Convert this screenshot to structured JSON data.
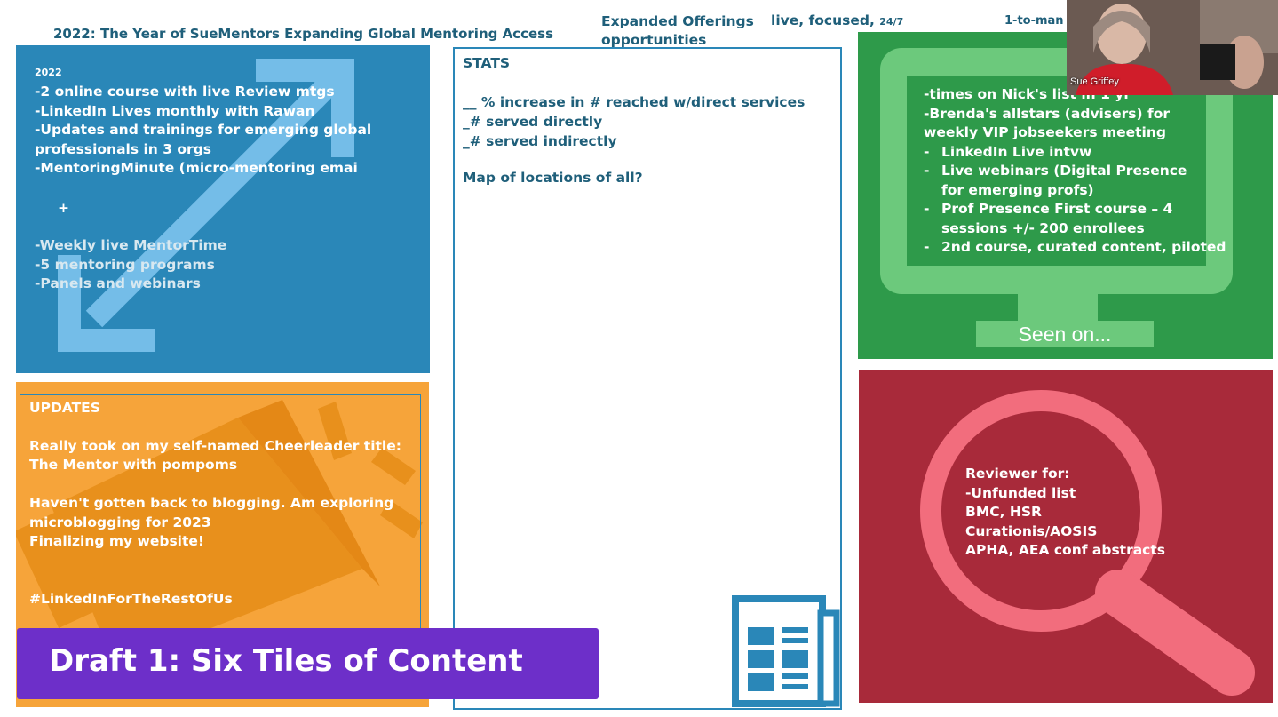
{
  "header": {
    "title": "2022: The Year of SueMentors Expanding Global Mentoring Access",
    "offerings_line1": "Expanded Offerings",
    "offerings_line2": "opportunities",
    "live_focused": "live, focused,",
    "hours": "24/7",
    "one_to_many": "1-to-man"
  },
  "tile_2022": {
    "lines": [
      "2022",
      "-2 online course with live Review mtgs",
      "-LinkedIn Lives monthly with Rawan",
      "-Updates and trainings for emerging global",
      "professionals in 3 orgs",
      "-MentoringMinute (micro-mentoring emai",
      "+",
      "-Weekly live MentorTime",
      "-5 mentoring programs",
      "-Panels and webinars"
    ]
  },
  "tile_stats": {
    "heading": "STATS",
    "lines": [
      "__ % increase in # reached w/direct services",
      "_# served directly",
      "_# served indirectly"
    ],
    "map_line": "Map of locations of all?"
  },
  "tile_seen": {
    "lines": [
      "-times on Nick's list in 1 yr",
      "-Brenda's allstars (advisers) for",
      "weekly VIP jobseekers meeting"
    ],
    "bullets": [
      [
        "LinkedIn Live intvw"
      ],
      [
        "Live webinars (Digital Presence",
        "for emerging profs)"
      ],
      [
        "Prof Presence First course – 4",
        "sessions +/- 200 enrollees"
      ],
      [
        "2nd course, curated content, piloted"
      ]
    ],
    "stand_label": "Seen on..."
  },
  "tile_updates": {
    "heading": "UPDATES",
    "lines": [
      "Really took on my self-named Cheerleader title:",
      "The Mentor with pompoms",
      "",
      "Haven't gotten back to blogging. Am exploring",
      "microblogging for 2023",
      "Finalizing my website!",
      "",
      "",
      "#LinkedInForTheRestOfUs"
    ]
  },
  "tile_reviewer": {
    "lines": [
      "Reviewer for:",
      "-Unfunded list",
      "BMC, HSR",
      "Curationis/AOSIS",
      "APHA, AEA conf abstracts"
    ]
  },
  "banner": {
    "text": "Draft 1: Six Tiles of Content"
  },
  "video": {
    "name": "Sue Griffey"
  },
  "colors": {
    "blue_tile": "#2a87b8",
    "green_tile": "#2e9a4a",
    "orange_tile": "#f6a43a",
    "red_tile": "#a82a3a",
    "banner": "#6d2fc9",
    "teal_text": "#1f5f7a"
  },
  "icons": [
    "double-arrow-icon",
    "monitor-icon",
    "megaphone-icon",
    "magnifier-icon",
    "newspaper-icon"
  ]
}
